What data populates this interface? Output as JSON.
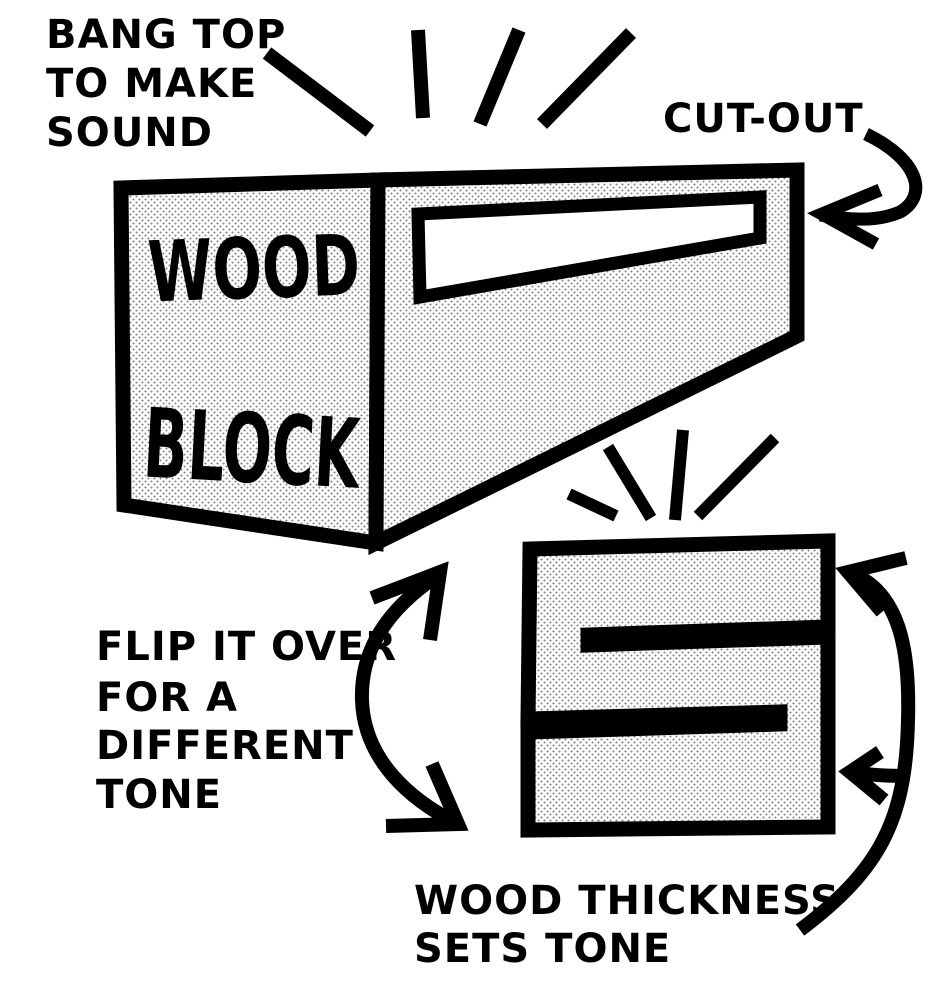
{
  "labels": {
    "bang_top": [
      "BANG TOP",
      "TO MAKE",
      "SOUND"
    ],
    "cut_out": "CUT-OUT",
    "flip_over": [
      "FLIP IT OVER",
      "FOR A",
      "DIFFERENT",
      "TONE"
    ],
    "thickness": [
      "WOOD THICKNESS",
      "SETS TONE"
    ]
  },
  "block_text": {
    "line1": "WOOD",
    "line2": "BLOCK"
  },
  "colors": {
    "ink": "#000000",
    "paper": "#ffffff",
    "halftone": "#8a8a8a"
  }
}
